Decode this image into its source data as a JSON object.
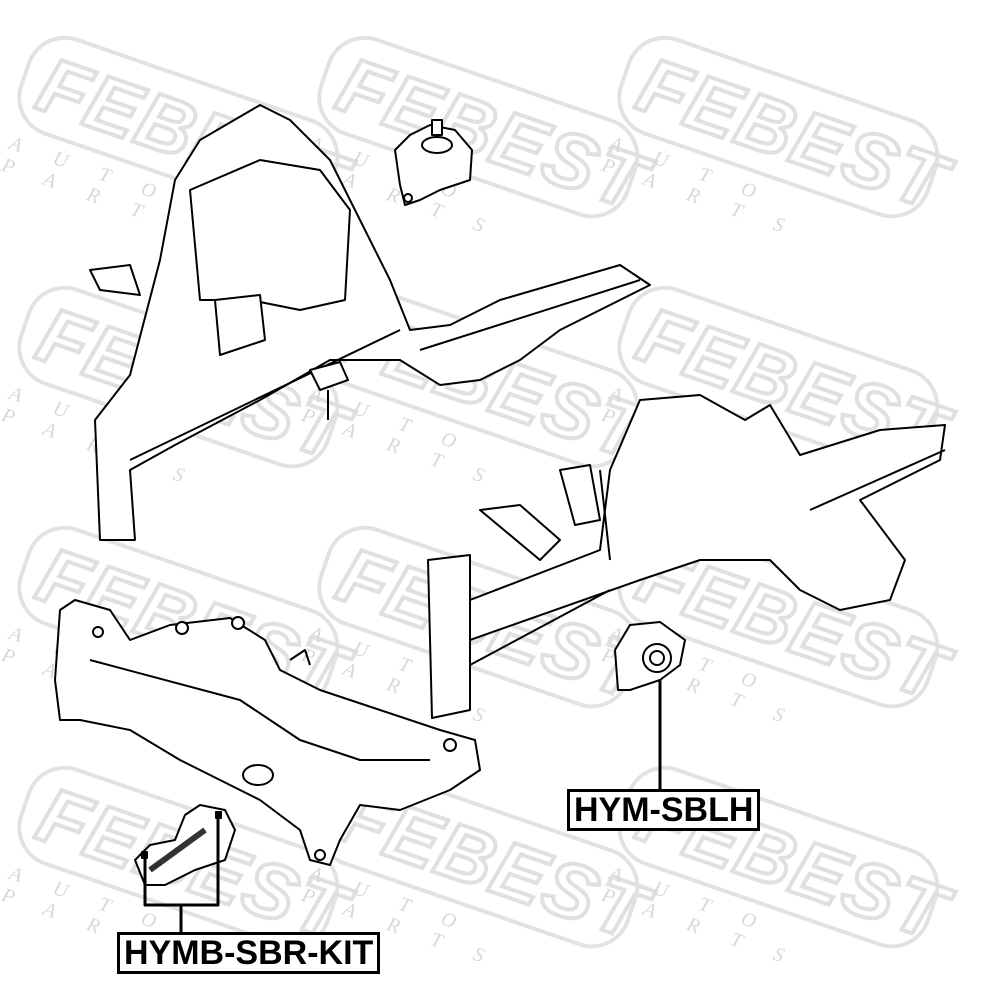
{
  "watermark": {
    "logo": "FEBEST",
    "subtitle": "AUTO PARTS"
  },
  "labels": {
    "left_mount": "HYM-SBLH",
    "rear_mount_kit": "HYMB-SBR-KIT"
  }
}
